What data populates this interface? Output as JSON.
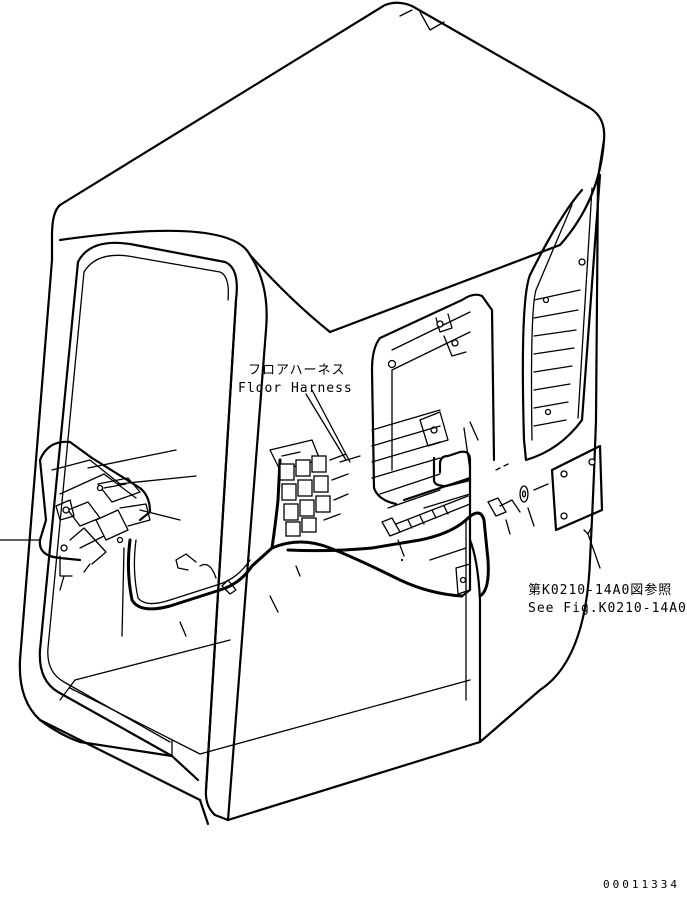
{
  "callouts": {
    "floor_harness_jp": "フロアハーネス",
    "floor_harness_en": "Floor Harness",
    "see_fig_jp": "第K0210-14A0図参照",
    "see_fig_en": "See Fig.K0210-14A0"
  },
  "drawing_number": "00011334"
}
